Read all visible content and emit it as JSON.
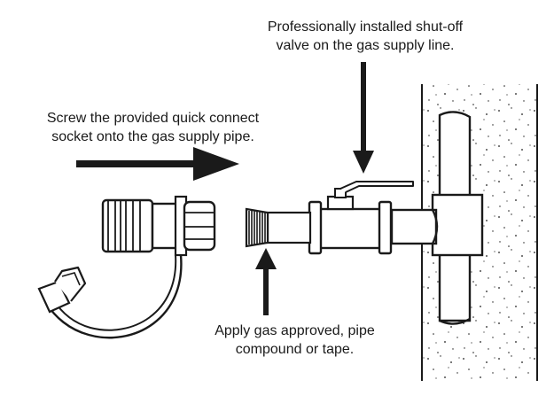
{
  "labels": {
    "valve": {
      "line1": "Professionally installed shut-off",
      "line2": "valve on the gas supply line."
    },
    "socket": {
      "line1": "Screw the provided quick connect",
      "line2": "socket onto the gas supply pipe."
    },
    "compound": {
      "line1": "Apply gas approved, pipe",
      "line2": "compound or tape."
    }
  },
  "colors": {
    "ink": "#1a1a1a",
    "background": "#ffffff"
  }
}
